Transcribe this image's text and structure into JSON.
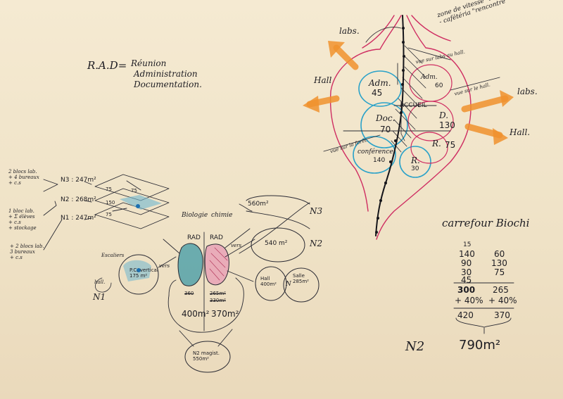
{
  "legend": {
    "title": "R.A.D=",
    "line1": "Réunion",
    "line2": "Administration",
    "line3": "Documentation."
  },
  "plan": {
    "labs_top": "labs.",
    "labs_right": "labs.",
    "hall_left": "Hall",
    "hall_right": "Hall.",
    "zone_note": "zone de vitesse \"lente\"\n- cafétéria \"rencontre\"",
    "note_labs": "vue sur labs au hall.",
    "note_hall": "vue sur le hall.",
    "note_foret": "vue sur la forêt.",
    "accueil": "ACCUEIL",
    "adm_left": "Adm.",
    "adm_left_val": "45",
    "adm_right": "Adm.",
    "adm_right_val": "60",
    "doc": "Doc.",
    "doc_val": "70",
    "d": "D.",
    "d_val": "130",
    "r1": "R.",
    "r1_val": "75",
    "conf": "conférence",
    "conf_val": "140",
    "r2": "R.",
    "r2_val": "30"
  },
  "levels": {
    "n3": "N3 : 247m²",
    "n2": "N2 : 268m²",
    "n1": "N1 : 247m²",
    "slab_top": "75",
    "slab_top2": "75",
    "slab_mid": "150",
    "slab_bot": "75",
    "note_top": "2 blocs lab.\n+ 4 bureaux\n+ c.s",
    "note_mid": "1 bloc lab.\n+ Σ élèves\n+ c.s\n+ stockage",
    "note_bot": "+ 2 blocs lab.\n3 bureaux\n+ c.s"
  },
  "bubbles": {
    "biologie": "Biologie",
    "chimie": "chimie",
    "rad_left": "RAD",
    "rad_right": "RAD",
    "vers": "vers",
    "vers2": "vers",
    "escaliers": "Escaliers",
    "pc_label": "P.C. vertical\n175 m²",
    "hall_n1": "hall.",
    "n1_label": "N1",
    "n2_label": "N2",
    "n3_label": "N3",
    "n3_area": "560m²",
    "n2_area": "540 m²",
    "hall_box": "Hall\n400m²",
    "salle_box": "Salle\n285m²",
    "n_box": "N",
    "struck_left": "360",
    "struck_right": "265m²",
    "struck_right2": "330m²",
    "left_total": "400m²",
    "right_total": "370m²",
    "bottom_bubble": "N2 magist.\n550m²"
  },
  "calc": {
    "title": "carrefour Biochi",
    "col1": [
      "15",
      "140",
      "90",
      "30",
      "45"
    ],
    "col2": [
      "60",
      "130",
      "75"
    ],
    "sum1": "300",
    "sum2": "265",
    "pct1": "+ 40%",
    "pct2": "+ 40%",
    "tot1": "420",
    "tot2": "370",
    "level": "N2",
    "grand_total": "790m²"
  }
}
